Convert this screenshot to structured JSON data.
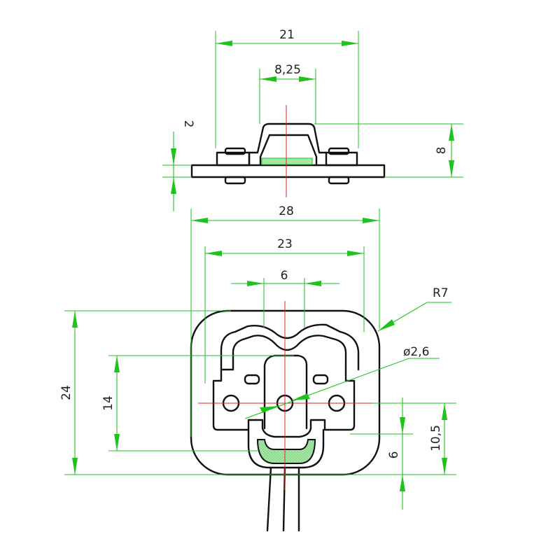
{
  "dimensions": {
    "top_width": "21",
    "top_inner_width": "8,25",
    "top_plate_thickness": "2",
    "top_height": "8",
    "overall_width": "28",
    "inner_width": "23",
    "center_width": "6",
    "corner_radius": "R7",
    "hole_diameter": "ø2,6",
    "overall_height": "24",
    "inner_height": "14",
    "lower_offset": "6",
    "center_to_bottom": "10,5"
  },
  "colors": {
    "dimension_lines": "#1ec31e",
    "center_lines": "#e02020",
    "outline": "#111111",
    "strain_gauge": "#a8e6a8"
  }
}
